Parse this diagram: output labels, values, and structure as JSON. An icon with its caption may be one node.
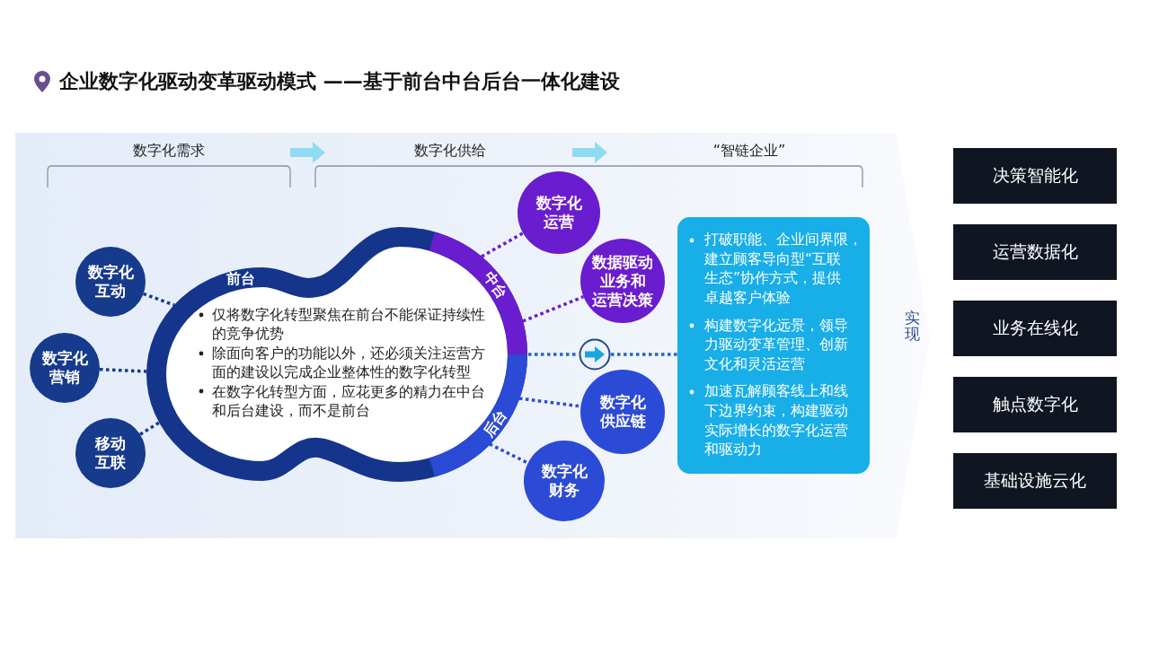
{
  "diagram": {
    "title": "企业数字化驱动变革驱动模式 ——基于前台中台后台一体化建设",
    "nodes": [
      {
        "text": [
          "实现"
        ]
      },
      {
        "text": [
          "数字化互动"
        ],
        "in": 0
      },
      {
        "text": [
          "数字化营销"
        ],
        "in": 0
      },
      {
        "text": [
          "移动互联"
        ],
        "in": 0
      },
      {
        "text": [
          "前台",
          "中台",
          "后台",
          "仅将数字化转型聚焦在前台不能保证持续性的竞争优势",
          "除面向客户的功能以外，还必须关注运营方面的建设以完成企业整体性的数字化转型",
          "在数字化转型方面，应花更多的精力在中台和后台建设，而不是前台"
        ],
        "in": 0
      },
      {
        "text": [
          "数字化运营"
        ],
        "in": 0
      },
      {
        "text": [
          "数据驱动业务和运营决策"
        ],
        "in": 0
      },
      {
        "text": [
          "数字化供应链"
        ],
        "in": 0
      },
      {
        "text": [
          "数字化财务"
        ],
        "in": 0
      },
      {
        "text": [],
        "shape": "circle",
        "in": 0
      },
      {
        "text": [
          "打破职能、企业间界限，建立顾客导向型“互联生态”协作方式，提供卓越客户体验",
          "构建数字化远景，领导力驱动变革管理、创新文化和灵活运营",
          "加速瓦解顾客线上和线下边界约束，构建驱动实际增长的数字化运营和驱动力"
        ],
        "in": 0
      },
      {
        "text": [
          "决策智能化"
        ]
      },
      {
        "text": [
          "运营数据化"
        ]
      },
      {
        "text": [
          "业务在线化"
        ]
      },
      {
        "text": [
          "触点数字化"
        ]
      },
      {
        "text": [
          "基础设施云化"
        ]
      }
    ],
    "edges": [
      {
        "from": 1,
        "to": 4,
        "arrow": "none"
      },
      {
        "from": 2,
        "to": 4,
        "arrow": "none"
      },
      {
        "from": 3,
        "to": 4,
        "arrow": "none"
      },
      {
        "from": 4,
        "to": 5,
        "arrow": "none",
        "color": "#6a1ccf"
      },
      {
        "from": 4,
        "to": 6,
        "arrow": "none",
        "color": "#6a1ccf"
      },
      {
        "from": 4,
        "to": 7,
        "arrow": "none",
        "color": "#2b4ad6"
      },
      {
        "from": 4,
        "to": 8,
        "arrow": "none",
        "color": "#2b4ad6"
      },
      {
        "from": 4,
        "to": 9,
        "arrow": "none",
        "color": "#2563c4"
      },
      {
        "from": 9,
        "to": 10,
        "arrow": "none",
        "color": "#2563c4"
      }
    ],
    "labels": [
      "数字化需求",
      "数字化供给",
      "“智链企业”"
    ]
  }
}
